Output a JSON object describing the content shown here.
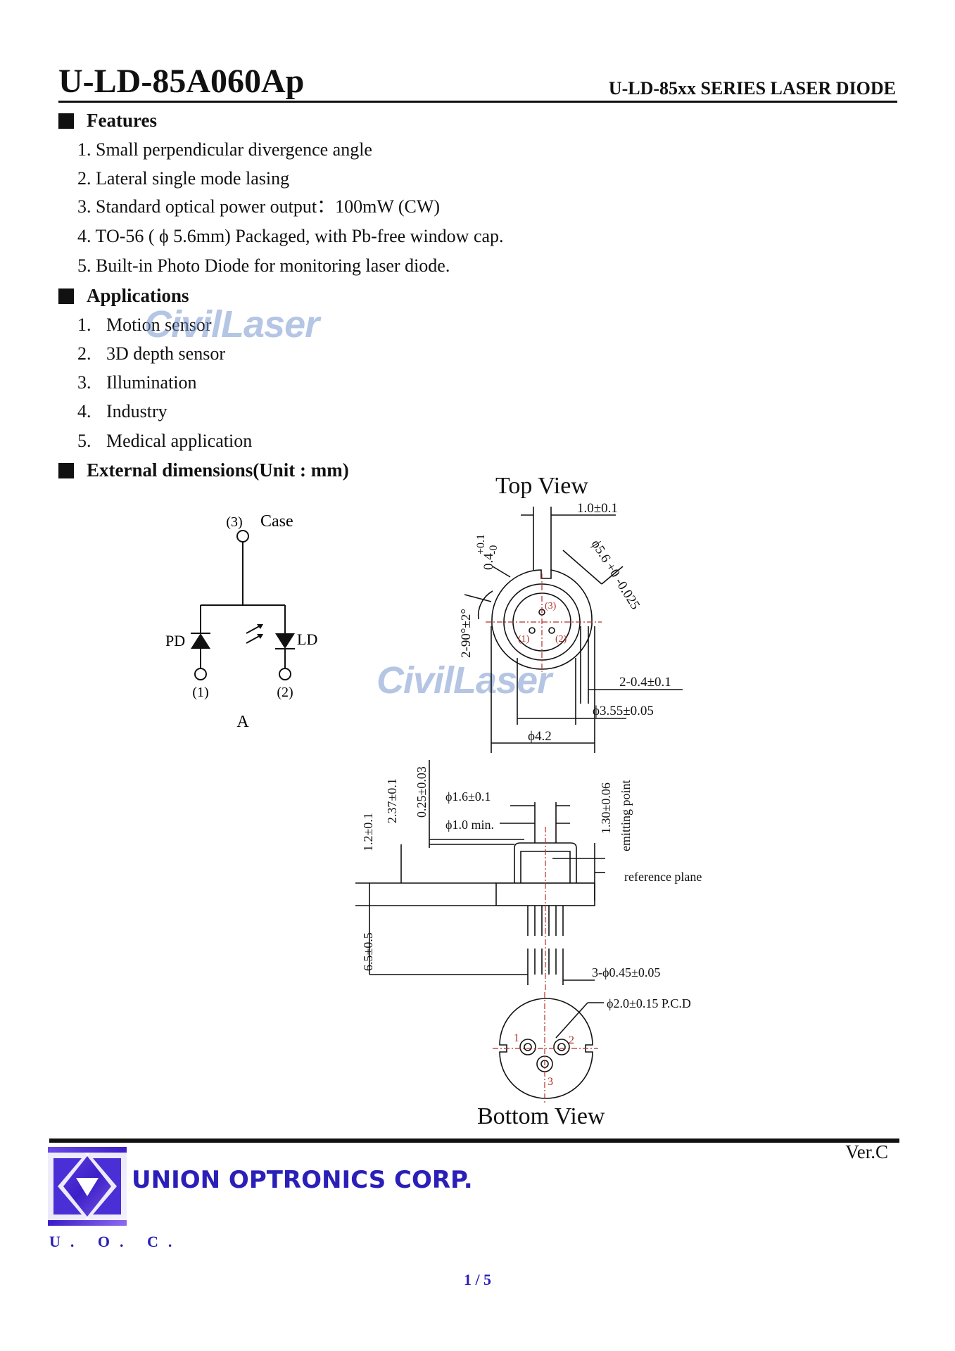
{
  "header": {
    "model": "U-LD-85A060Ap",
    "series": "U-LD-85xx SERIES LASER DIODE"
  },
  "features": {
    "heading": "Features",
    "items": [
      "1. Small perpendicular divergence angle",
      "2. Lateral single mode lasing",
      "3. Standard optical power output：100mW (CW)",
      "4. TO-56 ( ϕ 5.6mm) Packaged, with Pb-free window cap.",
      "5. Built-in Photo Diode for monitoring laser diode."
    ]
  },
  "applications": {
    "heading": "Applications",
    "items": [
      {
        "num": "1.",
        "text": "Motion sensor"
      },
      {
        "num": "2.",
        "text": "3D depth sensor"
      },
      {
        "num": "3.",
        "text": "Illumination"
      },
      {
        "num": "4.",
        "text": "Industry"
      },
      {
        "num": "5.",
        "text": "Medical application"
      }
    ]
  },
  "dimensions": {
    "heading": "External dimensions(Unit : mm)"
  },
  "watermark": "CivilLaser",
  "circuit": {
    "case_num": "(3)",
    "case_label": "Case",
    "pd_label": "PD",
    "ld_label": "LD",
    "pin1": "(1)",
    "pin2": "(2)",
    "type": "A"
  },
  "top_view": {
    "title": "Top View",
    "d_gap": "1.0±0.1",
    "d_diameter": "ϕ5.6 +0 -0.025",
    "d_notch_a": "0.4",
    "d_notch_b": "+0.1",
    "d_notch_c": "-0",
    "d_angle": "2-90°±2°",
    "d_slot": "2-0.4±0.1",
    "d_inner": "ϕ3.55±0.05",
    "d_outer": "ϕ4.2",
    "pin3": "(3)",
    "pin1": "(1)",
    "pin2": "(2)"
  },
  "side_view": {
    "d_cap_dia": "ϕ1.6±0.1",
    "d_window": "ϕ1.0 min.",
    "d_h1": "1.2±0.1",
    "d_h2": "2.37±0.1",
    "d_h3": "0.25±0.03",
    "d_emit": "1.30±0.06",
    "emit_label": "emitting point",
    "ref_label": "reference plane",
    "d_pins": "6.5±0.5",
    "d_pin_dia": "3-ϕ0.45±0.05"
  },
  "bottom_view": {
    "title": "Bottom View",
    "d_pcd": "ϕ2.0±0.15 P.C.D",
    "pin1": "1",
    "pin2": "2",
    "pin3": "3"
  },
  "footer": {
    "version": "Ver.C",
    "company": "UNION OPTRONICS CORP.",
    "abbrev": "U. O. C.",
    "page": "1 / 5"
  },
  "colors": {
    "brand_blue": "#2a1fb8",
    "centerline_red": "#b0302a",
    "watermark": "#7896cd"
  }
}
